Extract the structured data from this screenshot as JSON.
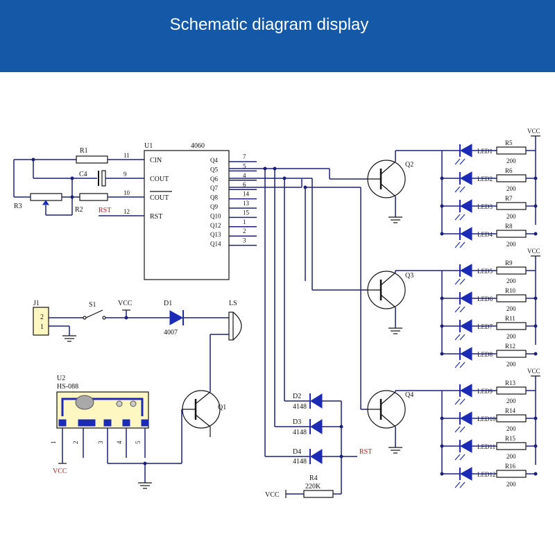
{
  "header": {
    "title": "Schematic diagram display",
    "bg_color": "#1459a8"
  },
  "labels": {
    "vcc": "VCC",
    "rst": "RST",
    "u1": "U1",
    "u1_part": "4060",
    "j1": "J1",
    "s1": "S1",
    "d1": "D1",
    "d1_part": "4007",
    "ls": "LS",
    "q1": "Q1",
    "q2": "Q2",
    "q3": "Q3",
    "q4": "Q4",
    "u2": "U2",
    "u2_part": "HS-088",
    "r1": "R1",
    "r2": "R2",
    "r3": "R3",
    "r4": "R4",
    "r4_val": "220K",
    "c4": "C4",
    "d2": "D2",
    "d3": "D3",
    "d4": "D4",
    "diode_part": "4148",
    "j1_pins": [
      "2",
      "1"
    ],
    "u2_pins": [
      "1",
      "2",
      "3",
      "4",
      "5"
    ]
  },
  "u1_left_pins": [
    {
      "name": "CIN",
      "num": "11"
    },
    {
      "name": "COUT",
      "num": "9"
    },
    {
      "name": "COUT",
      "num": "10"
    },
    {
      "name": "RST",
      "num": "12"
    }
  ],
  "u1_right_pins": [
    {
      "name": "Q4",
      "num": "7"
    },
    {
      "name": "Q5",
      "num": "5"
    },
    {
      "name": "Q6",
      "num": "4"
    },
    {
      "name": "Q7",
      "num": "6"
    },
    {
      "name": "Q8",
      "num": "14"
    },
    {
      "name": "Q9",
      "num": "13"
    },
    {
      "name": "Q10",
      "num": "15"
    },
    {
      "name": "Q12",
      "num": "1"
    },
    {
      "name": "Q13",
      "num": "2"
    },
    {
      "name": "Q14",
      "num": "3"
    }
  ],
  "led_groups": [
    {
      "leds": [
        {
          "led": "LED1",
          "res": "R5",
          "val": "200"
        },
        {
          "led": "LED2",
          "res": "R6",
          "val": "200"
        },
        {
          "led": "LED3",
          "res": "R7",
          "val": "200"
        },
        {
          "led": "LED4",
          "res": "R8",
          "val": "200"
        }
      ]
    },
    {
      "leds": [
        {
          "led": "LED5",
          "res": "R9",
          "val": "200"
        },
        {
          "led": "LED6",
          "res": "R10",
          "val": "200"
        },
        {
          "led": "LED7",
          "res": "R11",
          "val": "200"
        },
        {
          "led": "LED8",
          "res": "R12",
          "val": "200"
        }
      ]
    },
    {
      "leds": [
        {
          "led": "LED9",
          "res": "R13",
          "val": "200"
        },
        {
          "led": "LED10",
          "res": "R14",
          "val": "200"
        },
        {
          "led": "LED11",
          "res": "R15",
          "val": "200"
        },
        {
          "led": "LED12",
          "res": "R16",
          "val": "200"
        }
      ]
    }
  ]
}
